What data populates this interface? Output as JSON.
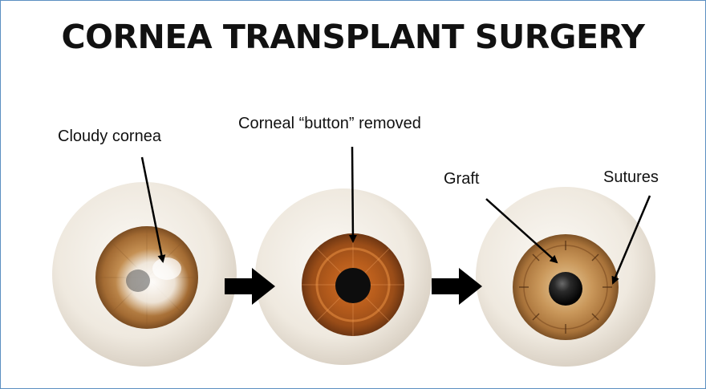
{
  "title": "CORNEA TRANSPLANT SURGERY",
  "labels": {
    "cloudy_cornea": "Cloudy cornea",
    "button_removed": "Corneal “button” removed",
    "graft": "Graft",
    "sutures": "Sutures"
  },
  "colors": {
    "frame_border": "#5b8fc2",
    "sclera": "#ece6dc",
    "iris": "#b07a3e",
    "pupil": "#111111",
    "arrow": "#000000"
  }
}
